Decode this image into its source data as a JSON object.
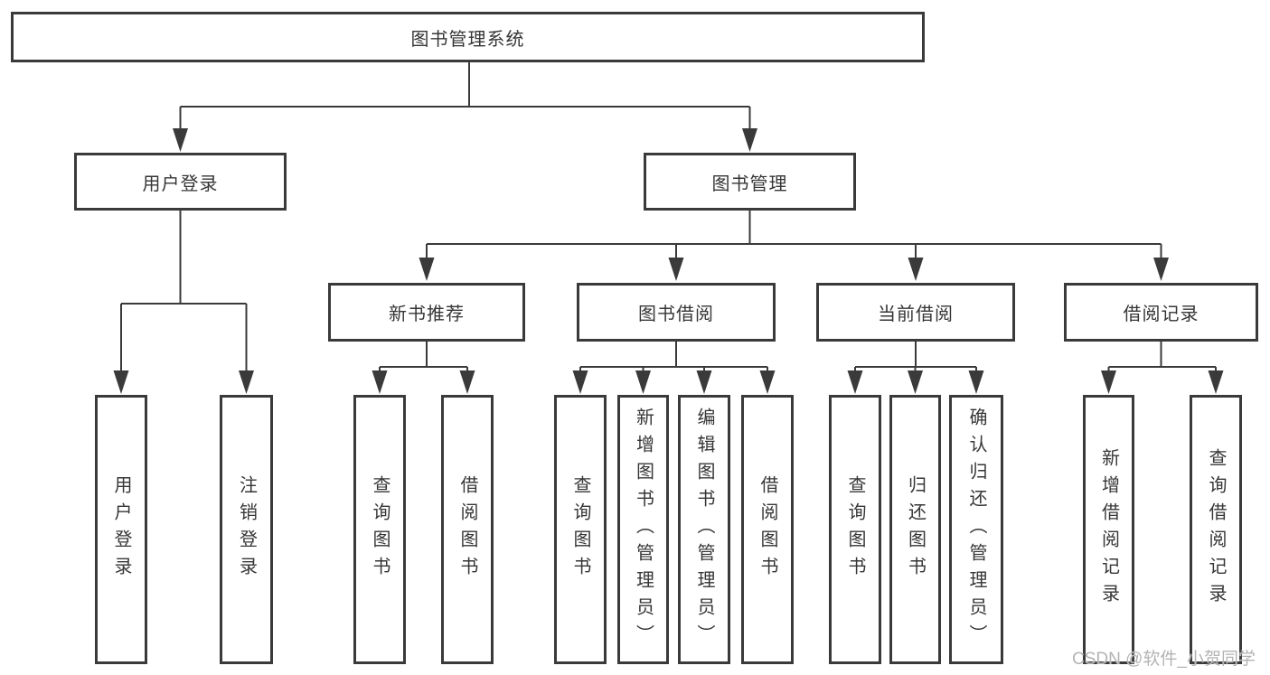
{
  "watermark": "CSDN @软件_小贺同学",
  "colors": {
    "line": "#3a3a3a",
    "box_border": "#3a3a3a",
    "box_background": "#ffffff",
    "text": "#363636",
    "watermark": "#b3b3b3",
    "page_background": "#ffffff"
  },
  "nodes": {
    "root": "图书管理系统",
    "userLogin": "用户登录",
    "bookMgmt": "图书管理",
    "newBookRec": "新书推荐",
    "bookBorrow": "图书借阅",
    "currentBorrow": "当前借阅",
    "borrowRecord": "借阅记录",
    "leaf1": "用户登录",
    "leaf2": "注销登录",
    "leaf3": "查询图书",
    "leaf4": "借阅图书",
    "leaf5": "查询图书",
    "leaf6": "新增图书（管理员）",
    "leaf7": "编辑图书（管理员）",
    "leaf8": "借阅图书",
    "leaf9": "查询图书",
    "leaf10": "归还图书",
    "leaf11": "确认归还（管理员）",
    "leaf12": "新增借阅记录",
    "leaf13": "查询借阅记录"
  },
  "hierarchy": {
    "root": "图书管理系统",
    "children": [
      {
        "label": "用户登录",
        "children": [
          "用户登录",
          "注销登录"
        ]
      },
      {
        "label": "图书管理",
        "children": [
          {
            "label": "新书推荐",
            "children": [
              "查询图书",
              "借阅图书"
            ]
          },
          {
            "label": "图书借阅",
            "children": [
              "查询图书",
              "新增图书（管理员）",
              "编辑图书（管理员）",
              "借阅图书"
            ]
          },
          {
            "label": "当前借阅",
            "children": [
              "查询图书",
              "归还图书",
              "确认归还（管理员）"
            ]
          },
          {
            "label": "借阅记录",
            "children": [
              "新增借阅记录",
              "查询借阅记录"
            ]
          }
        ]
      }
    ]
  }
}
